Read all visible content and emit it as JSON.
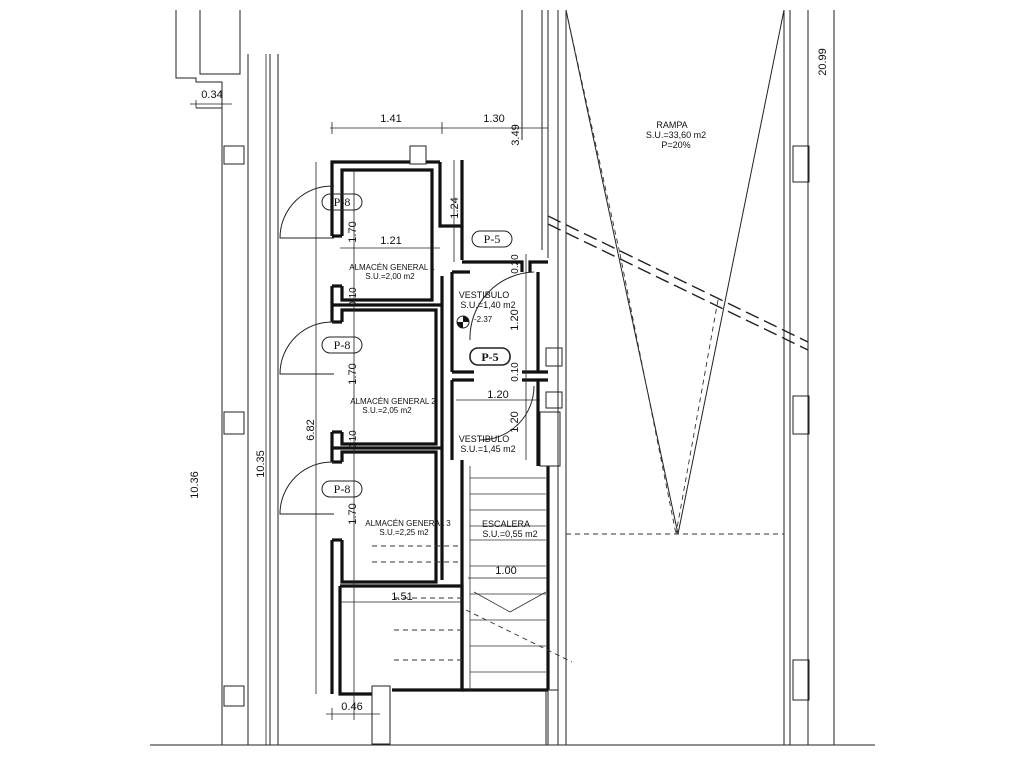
{
  "rooms": {
    "almacen1": {
      "name": "ALMACÉN GENERAL 1",
      "area": "S.U.=2,00  m2"
    },
    "almacen2": {
      "name": "ALMACÉN GENERAL 2",
      "area": "S.U.=2,05  m2"
    },
    "almacen3": {
      "name": "ALMACÉN GENERAL 3",
      "area": "S.U.=2,25  m2"
    },
    "vestibulo1": {
      "name": "VESTIBULO",
      "area": "S.U.=1,40  m2",
      "level": "-2.37"
    },
    "vestibulo2": {
      "name": "VESTIBULO",
      "area": "S.U.=1,45  m2"
    },
    "escalera": {
      "name": "ESCALERA",
      "area": "S.U.=0,55  m2"
    },
    "rampa": {
      "name": "RAMPA",
      "area": "S.U.=33,60  m2",
      "slope": "P=20%"
    }
  },
  "doors": {
    "p8_1": "P-8",
    "p8_2": "P-8",
    "p8_3": "P-8",
    "p5_1": "P-5",
    "p5_2": "P-5"
  },
  "dimensions": {
    "d_034": "0.34",
    "d_141": "1.41",
    "d_130": "1.30",
    "d_349": "3.49",
    "d_2099": "20.99",
    "d_124": "1.24",
    "d_121": "1.21",
    "d_170a": "1.70",
    "d_170b": "1.70",
    "d_170c": "1.70",
    "d_010a": "0.10",
    "d_010b": "0.10",
    "d_020": "0.20",
    "d_120a": "1.20",
    "d_010c": "0.10",
    "d_120b": "1.20",
    "d_120c": "1.20",
    "d_682": "6.82",
    "d_1035": "10.35",
    "d_1036": "10.36",
    "d_100": "1.00",
    "d_151": "1.51",
    "d_046": "0.46"
  }
}
